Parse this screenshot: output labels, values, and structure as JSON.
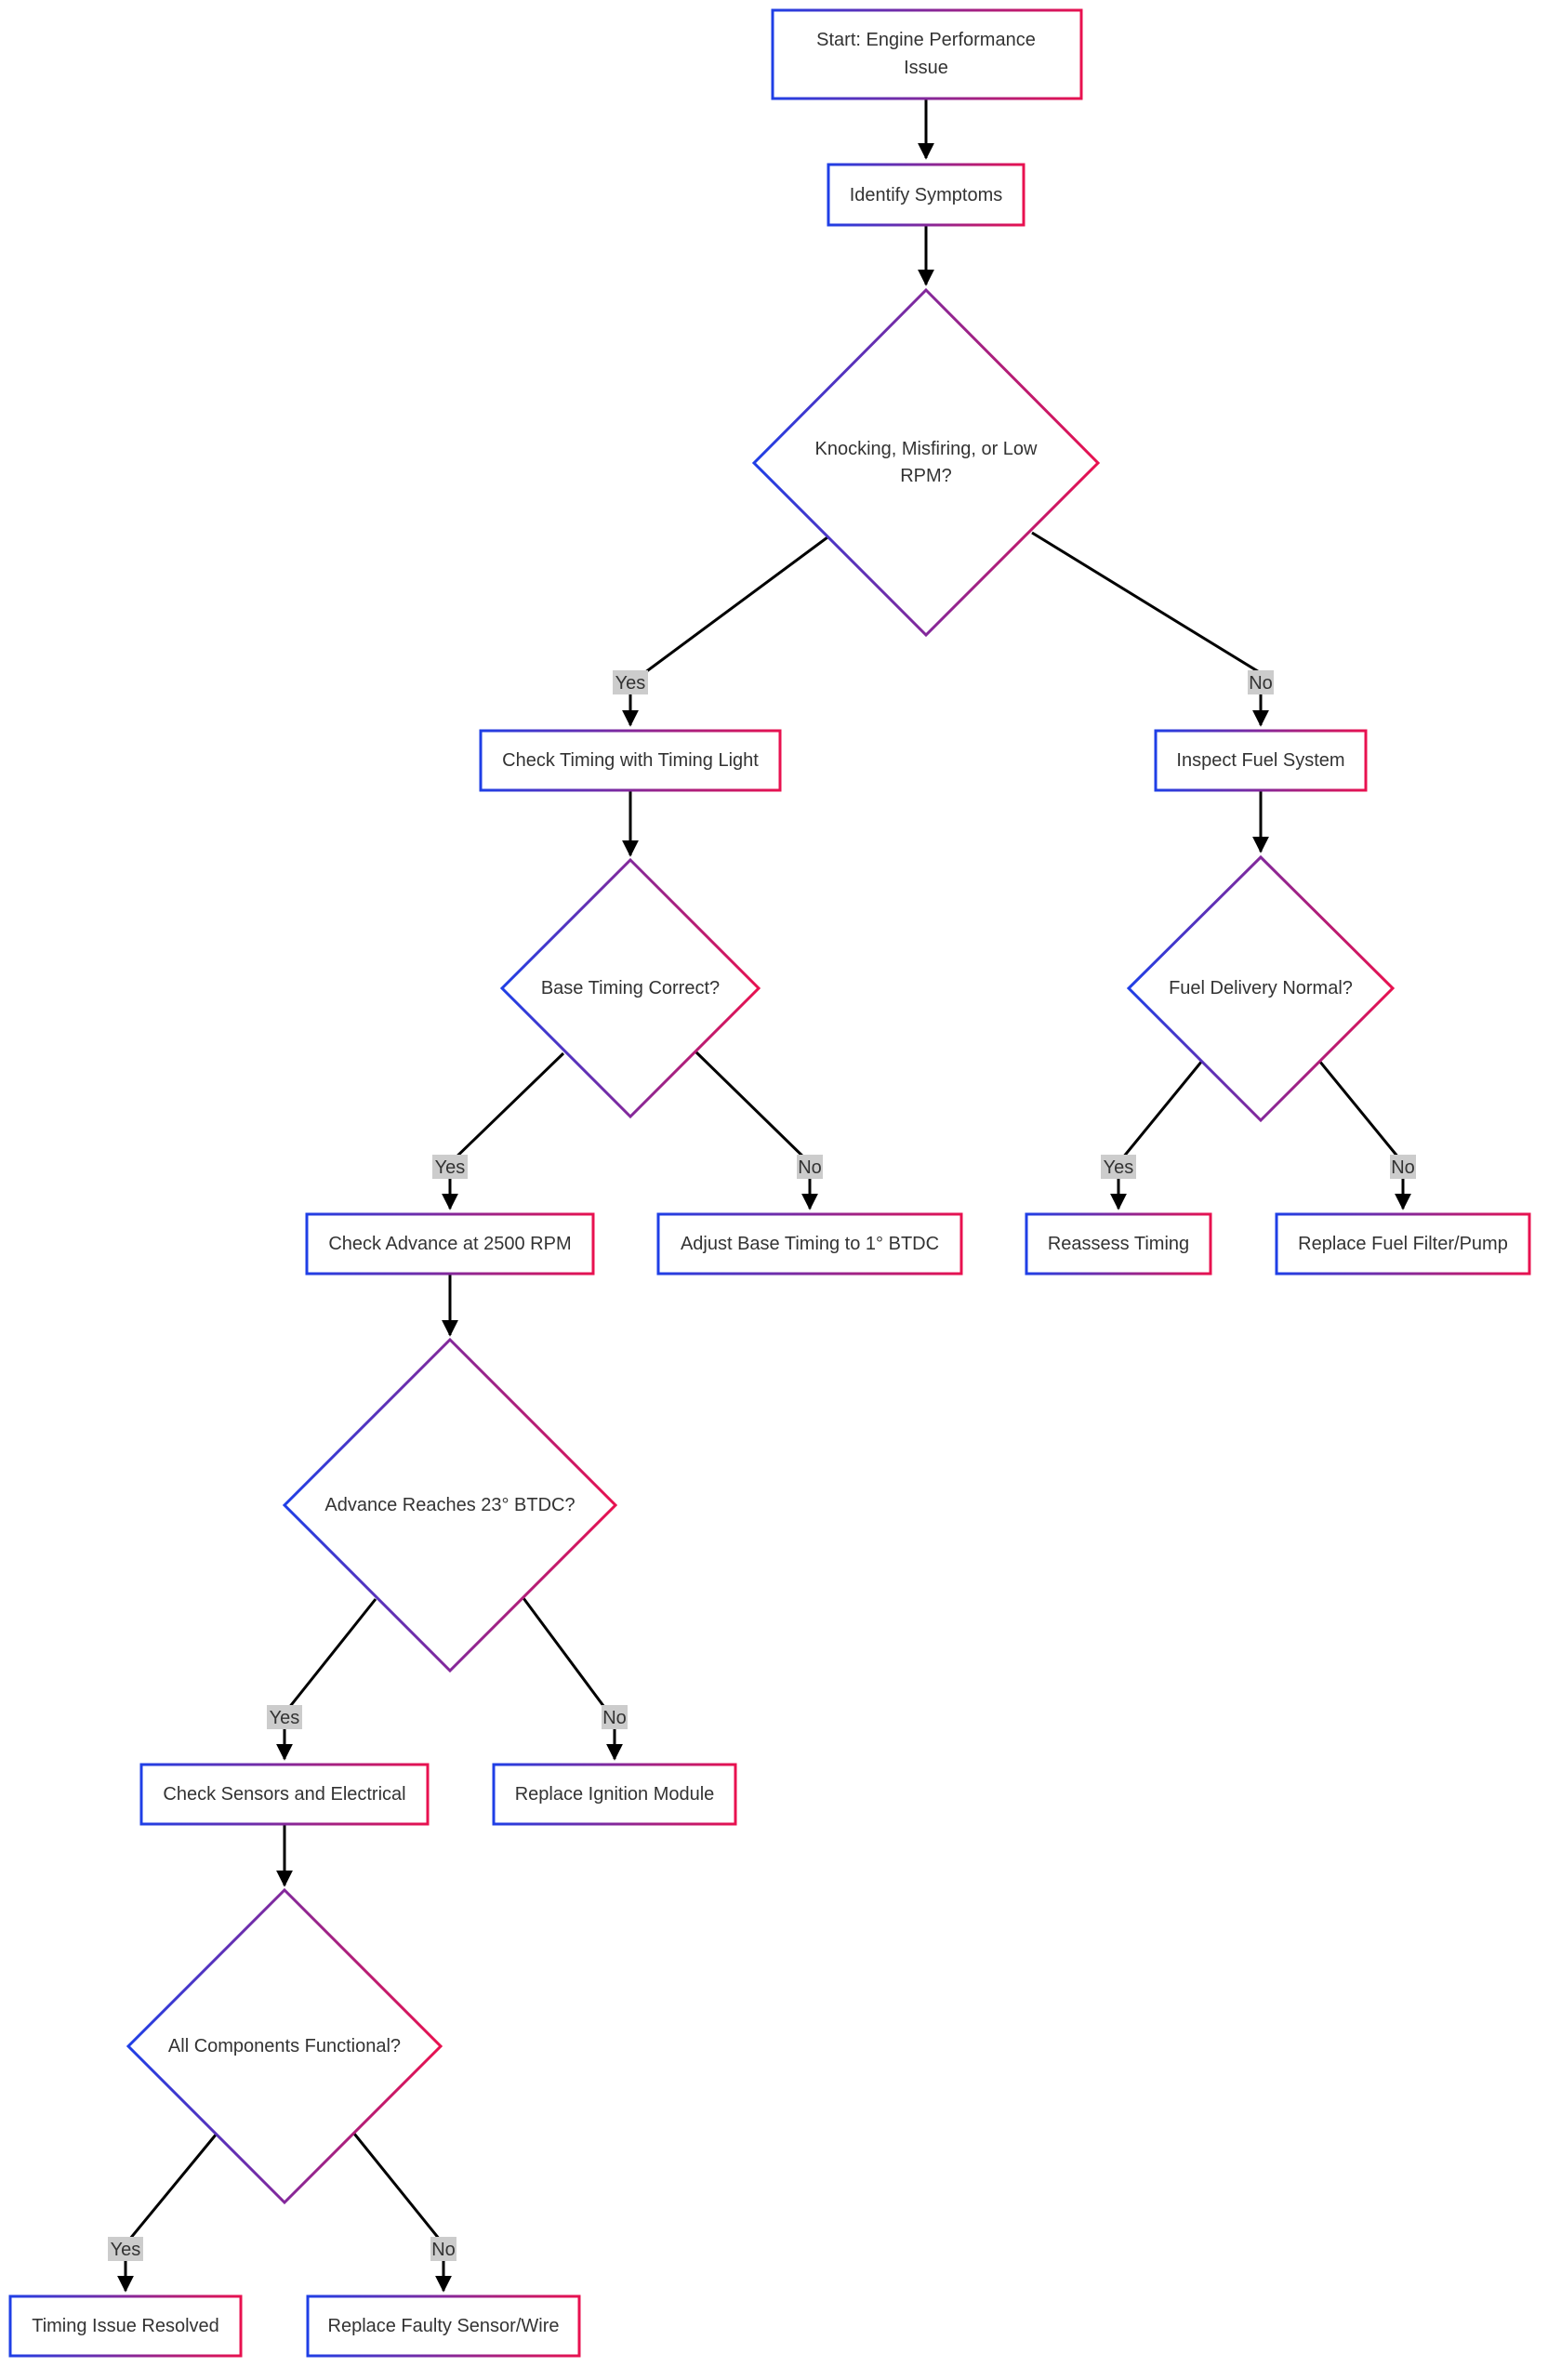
{
  "colors": {
    "gradient_start": "#1f3fe6",
    "gradient_end": "#e8114f",
    "edge": "#000000",
    "label_bg": "#cccccc",
    "text": "#333333"
  },
  "nodes": {
    "start": {
      "line1": "Start: Engine Performance",
      "line2": "Issue"
    },
    "identify": {
      "label": "Identify Symptoms"
    },
    "knock": {
      "line1": "Knocking, Misfiring, or Low",
      "line2": "RPM?"
    },
    "check_timing": {
      "label": "Check Timing with Timing Light"
    },
    "inspect_fuel": {
      "label": "Inspect Fuel System"
    },
    "base_timing": {
      "label": "Base Timing Correct?"
    },
    "fuel_delivery": {
      "label": "Fuel Delivery Normal?"
    },
    "check_advance": {
      "label": "Check Advance at 2500 RPM"
    },
    "adjust_base": {
      "label": "Adjust Base Timing to 1° BTDC"
    },
    "reassess": {
      "label": "Reassess Timing"
    },
    "replace_fuel": {
      "label": "Replace Fuel Filter/Pump"
    },
    "advance_reaches": {
      "label": "Advance Reaches 23° BTDC?"
    },
    "check_sensors": {
      "label": "Check Sensors and Electrical"
    },
    "replace_ignition": {
      "label": "Replace Ignition Module"
    },
    "all_components": {
      "label": "All Components Functional?"
    },
    "resolved": {
      "label": "Timing Issue Resolved"
    },
    "replace_sensor": {
      "label": "Replace Faulty Sensor/Wire"
    }
  },
  "edges": {
    "yes": "Yes",
    "no": "No"
  }
}
